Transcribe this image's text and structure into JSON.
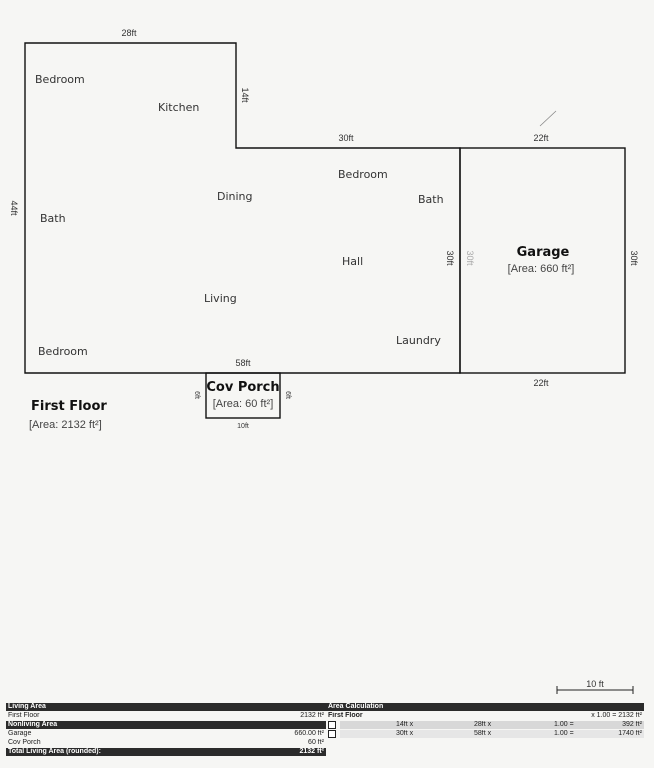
{
  "floor": {
    "title": "First Floor",
    "area": "[Area: 2132 ft²]"
  },
  "rooms": [
    {
      "id": "bedroom-1",
      "label": "Bedroom"
    },
    {
      "id": "kitchen",
      "label": "Kitchen"
    },
    {
      "id": "dining",
      "label": "Dining"
    },
    {
      "id": "bedroom-2",
      "label": "Bedroom"
    },
    {
      "id": "bath-1",
      "label": "Bath"
    },
    {
      "id": "bath-2",
      "label": "Bath"
    },
    {
      "id": "hall",
      "label": "Hall"
    },
    {
      "id": "living",
      "label": "Living"
    },
    {
      "id": "laundry",
      "label": "Laundry"
    },
    {
      "id": "bedroom-3",
      "label": "Bedroom"
    }
  ],
  "garage": {
    "label": "Garage",
    "area": "[Area: 660 ft²]"
  },
  "porch": {
    "label": "Cov Porch",
    "area": "[Area: 60 ft²]"
  },
  "dimensions": {
    "top_left_width": "28ft",
    "kitchen_step": "14ft",
    "left_height": "44ft",
    "middle_top": "30ft",
    "garage_top": "22ft",
    "garage_bottom": "22ft",
    "garage_left": "30ft",
    "garage_left_inner": "30ft",
    "garage_right": "30ft",
    "bottom_main": "58ft",
    "porch_left": "6ft",
    "porch_right": "6ft",
    "porch_bottom": "10ft"
  },
  "scale_bar": {
    "label": "10 ft"
  },
  "table": {
    "living_area_header": "Living Area",
    "first_floor_label": "First Floor",
    "first_floor_value": "2132 ft²",
    "nonliving_header": "Nonliving Area",
    "garage_label": "Garage",
    "garage_value": "660.00 ft²",
    "porch_label": "Cov Porch",
    "porch_value": "60 ft²",
    "total_label": "Total Living Area (rounded):",
    "total_value": "2132 ft²",
    "calc_header": "Area Calculation",
    "calc_floor_label": "First Floor",
    "calc_floor_total": "x 1.00 = 2132 ft²",
    "calc_rows": [
      {
        "a": "14ft x",
        "b": "28ft x",
        "c": "1.00 =",
        "d": "392 ft²"
      },
      {
        "a": "30ft x",
        "b": "58ft x",
        "c": "1.00 =",
        "d": "1740 ft²"
      }
    ]
  }
}
